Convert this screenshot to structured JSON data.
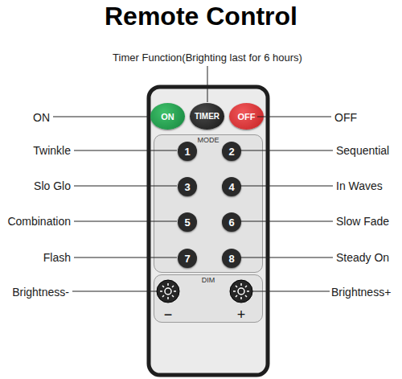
{
  "diagram": {
    "title": "Remote Control",
    "nodes": [
      {
        "text": [
          "ON"
        ]
      },
      {
        "text": [
          "TIMER"
        ]
      },
      {
        "text": [
          "OFF"
        ]
      },
      {
        "text": [
          "MODE"
        ]
      },
      {
        "text": [
          "1"
        ],
        "in": 3
      },
      {
        "text": [
          "2"
        ],
        "in": 3
      },
      {
        "text": [
          "3"
        ],
        "in": 3
      },
      {
        "text": [
          "4"
        ],
        "in": 3
      },
      {
        "text": [
          "5"
        ],
        "in": 3
      },
      {
        "text": [
          "6"
        ],
        "in": 3
      },
      {
        "text": [
          "7"
        ],
        "in": 3
      },
      {
        "text": [
          "8"
        ],
        "in": 3
      },
      {
        "text": [
          "DIM"
        ]
      }
    ],
    "labels": [
      "Timer Function(Brighting last for 6 hours)",
      "ON",
      "OFF",
      "Twinkle",
      "Sequential",
      "Slo Glo",
      "In Waves",
      "Combination",
      "Slow Fade",
      "Flash",
      "Steady On",
      "Brightness-",
      "Brightness+",
      "−",
      "+"
    ]
  }
}
